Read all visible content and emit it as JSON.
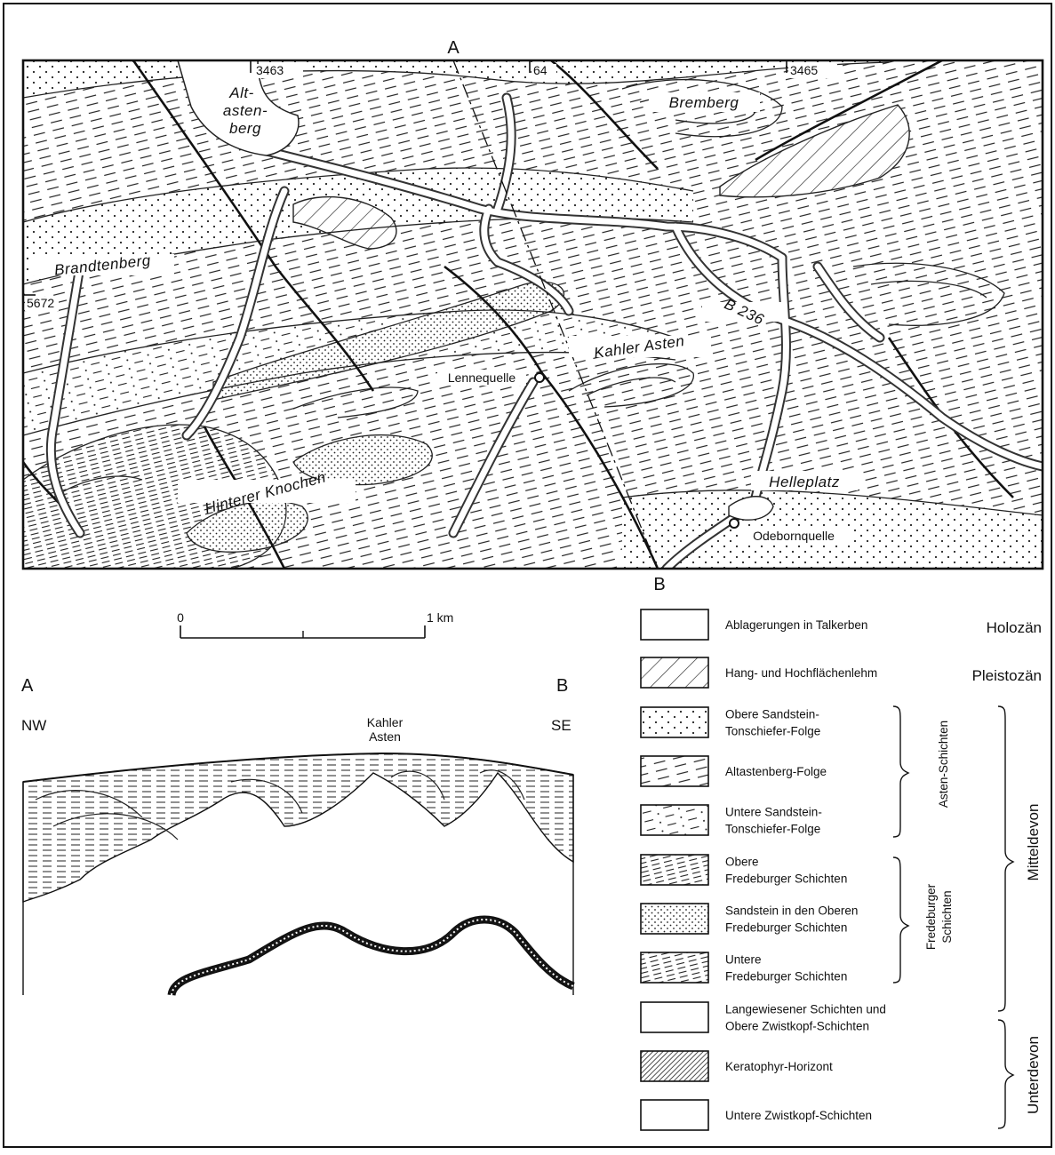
{
  "map": {
    "section_line": {
      "start": "A",
      "end": "B"
    },
    "grid_labels": [
      "3463",
      "64",
      "3465",
      "5672"
    ],
    "places": {
      "altastenberg": [
        "Alt-",
        "asten-",
        "berg"
      ],
      "bremberg": "Bremberg",
      "brandtenberg": "Brandtenberg",
      "road": "B 236",
      "kahler_asten": "Kahler Asten",
      "lennequelle": "Lennequelle",
      "hinterer_knochen": "Hinterer Knochen",
      "helleplatz": "Helleplatz",
      "odebornquelle": "Odebornquelle"
    }
  },
  "scale_bar": {
    "zero": "0",
    "one": "1 km"
  },
  "section": {
    "left_end": "A",
    "right_end": "B",
    "left_dir": "NW",
    "right_dir": "SE",
    "peak": [
      "Kahler",
      "Asten"
    ]
  },
  "legend": {
    "items": [
      {
        "lines": [
          "Ablagerungen in Talkerben"
        ],
        "pattern": "blank"
      },
      {
        "lines": [
          "Hang- und Hochflächenlehm"
        ],
        "pattern": "hatch"
      },
      {
        "lines": [
          "Obere Sandstein-",
          "Tonschiefer-Folge"
        ],
        "pattern": "dots"
      },
      {
        "lines": [
          "Altastenberg-Folge"
        ],
        "pattern": "dashes"
      },
      {
        "lines": [
          "Untere Sandstein-",
          "Tonschiefer-Folge"
        ],
        "pattern": "dashdots"
      },
      {
        "lines": [
          "Obere",
          "Fredeburger Schichten"
        ],
        "pattern": "densedash"
      },
      {
        "lines": [
          "Sandstein in den Oberen",
          "Fredeburger Schichten"
        ],
        "pattern": "densedots"
      },
      {
        "lines": [
          "Untere",
          "Fredeburger Schichten"
        ],
        "pattern": "densedash"
      },
      {
        "lines": [
          "Langewiesener Schichten und",
          "Obere Zwistkopf-Schichten"
        ],
        "pattern": "blank"
      },
      {
        "lines": [
          "Keratophyr-Horizont"
        ],
        "pattern": "crosshatch"
      },
      {
        "lines": [
          "Untere Zwistkopf-Schichten"
        ],
        "pattern": "blank"
      }
    ],
    "ages": {
      "holozaen": "Holozän",
      "pleistozaen": "Pleistozän",
      "mitteldevon": "Mitteldevon",
      "unterdevon": "Unterdevon"
    },
    "groups": {
      "asten": "Asten-Schichten",
      "fredeburger": [
        "Fredeburger",
        "Schichten"
      ]
    }
  }
}
